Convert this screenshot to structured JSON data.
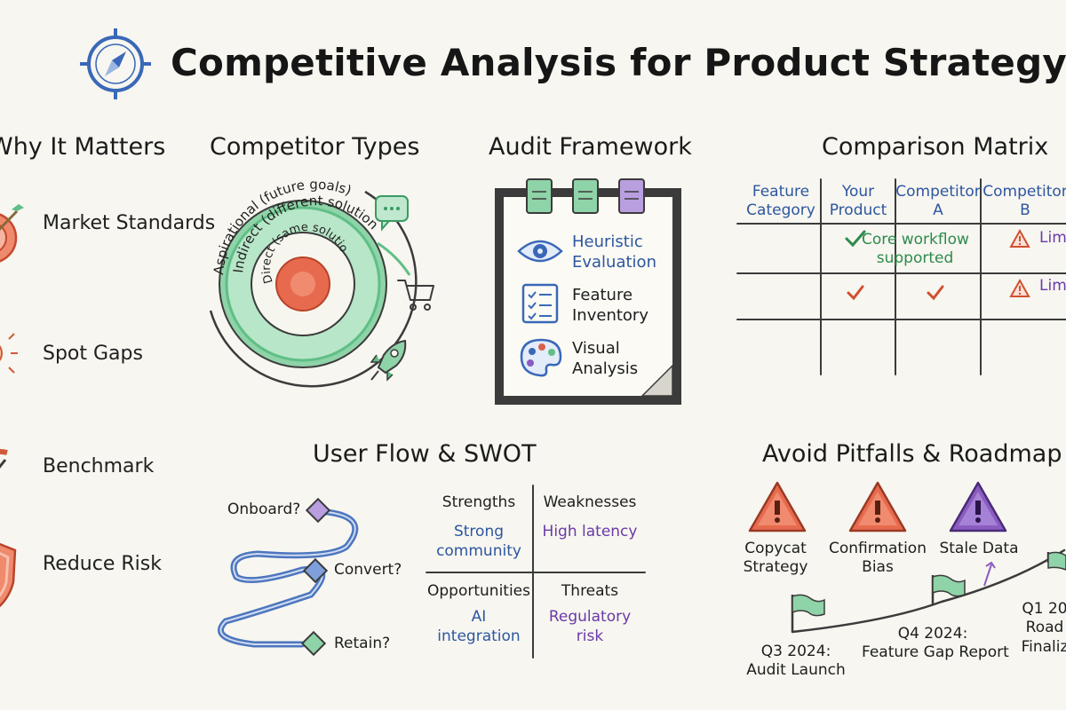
{
  "title": "Competitive Analysis for Product Strategy",
  "sections": {
    "why": {
      "title": "Why It Matters",
      "items": [
        {
          "label": "Market Standards",
          "icon": "target-icon"
        },
        {
          "label": "Spot Gaps",
          "icon": "lightbulb-icon"
        },
        {
          "label": "Benchmark",
          "icon": "gauge-icon"
        },
        {
          "label": "Reduce Risk",
          "icon": "shield-icon"
        }
      ]
    },
    "competitor_types": {
      "title": "Competitor Types",
      "rings": [
        "Aspirational (future goals)",
        "Indirect (different solution)",
        "Direct (same solution)"
      ]
    },
    "audit": {
      "title": "Audit Framework",
      "items": [
        {
          "label_1": "Heuristic",
          "label_2": "Evaluation",
          "icon": "eye-icon"
        },
        {
          "label_1": "Feature",
          "label_2": "Inventory",
          "icon": "checklist-icon"
        },
        {
          "label_1": "Visual",
          "label_2": "Analysis",
          "icon": "palette-icon"
        }
      ]
    },
    "matrix": {
      "title": "Comparison Matrix",
      "headers": [
        {
          "l1": "Feature",
          "l2": "Category"
        },
        {
          "l1": "Your",
          "l2": "Product"
        },
        {
          "l1": "Competitor",
          "l2": "A"
        },
        {
          "l1": "Competitor",
          "l2": "B"
        }
      ],
      "row1_cell_l1": "Core workflow",
      "row1_cell_l2": "supported",
      "limited_text": "Lim"
    },
    "flow_swot": {
      "title": "User Flow & SWOT",
      "flow_steps": [
        "Onboard?",
        "Convert?",
        "Retain?"
      ],
      "swot": {
        "strengths": {
          "title": "Strengths",
          "l1": "Strong",
          "l2": "community"
        },
        "weaknesses": {
          "title": "Weaknesses",
          "l1": "High latency"
        },
        "opportunities": {
          "title": "Opportunities",
          "l1": "AI",
          "l2": "integration"
        },
        "threats": {
          "title": "Threats",
          "l1": "Regulatory",
          "l2": "risk"
        }
      }
    },
    "pitfalls": {
      "title": "Avoid Pitfalls & Roadmap",
      "items": [
        {
          "l1": "Copycat",
          "l2": "Strategy",
          "color": "#d9604a"
        },
        {
          "l1": "Confirmation",
          "l2": "Bias",
          "color": "#d9604a"
        },
        {
          "l1": "Stale Data",
          "l2": "",
          "color": "#8a5cc0"
        }
      ],
      "milestones": [
        {
          "l1": "Q3 2024:",
          "l2": "Audit Launch"
        },
        {
          "l1": "Q4 2024:",
          "l2": "Feature Gap Report"
        },
        {
          "l1": "Q1 20",
          "l2": "Road",
          "l3": "Finaliz"
        }
      ]
    }
  },
  "colors": {
    "green": "#5fbf86",
    "red": "#e06a4c",
    "blue": "#3a68b8",
    "purple": "#8a5cc0"
  }
}
